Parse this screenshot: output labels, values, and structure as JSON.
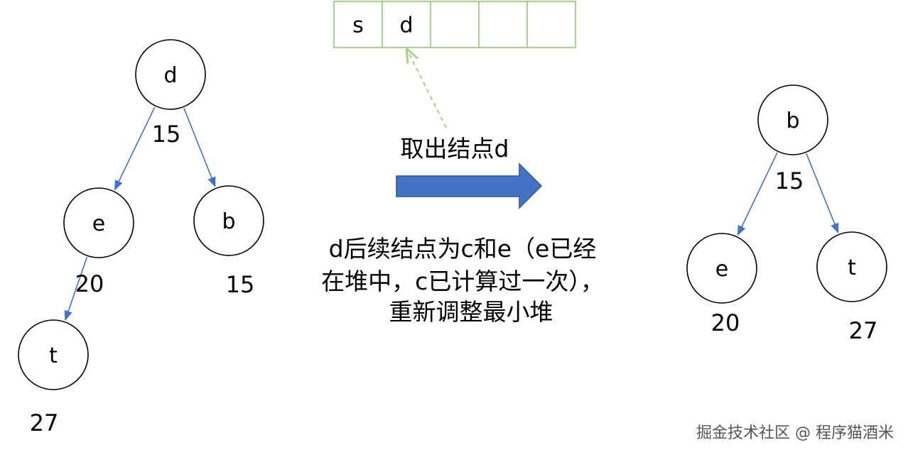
{
  "colors": {
    "node_stroke": "#000000",
    "edge": "#4472c4",
    "array_border": "#a9d18e",
    "dashed_arrow": "#a9d18e",
    "big_arrow_fill": "#4472c4",
    "big_arrow_stroke": "#2f5597"
  },
  "array": {
    "cells": [
      "s",
      "d",
      "",
      "",
      ""
    ]
  },
  "left_tree": {
    "nodes": [
      {
        "id": "d",
        "label": "d",
        "weight": "15"
      },
      {
        "id": "e",
        "label": "e",
        "weight": "20"
      },
      {
        "id": "b",
        "label": "b",
        "weight": "15"
      },
      {
        "id": "t",
        "label": "t",
        "weight": "27"
      }
    ],
    "edges": [
      [
        "d",
        "e"
      ],
      [
        "d",
        "b"
      ],
      [
        "e",
        "t"
      ]
    ]
  },
  "right_tree": {
    "nodes": [
      {
        "id": "b",
        "label": "b",
        "weight": "15"
      },
      {
        "id": "e",
        "label": "e",
        "weight": "20"
      },
      {
        "id": "t",
        "label": "t",
        "weight": "27"
      }
    ],
    "edges": [
      [
        "b",
        "e"
      ],
      [
        "b",
        "t"
      ]
    ]
  },
  "arrow_caption": "取出结点d",
  "description_lines": [
    "d后续结点为c和e（e已经",
    "在堆中，c已计算过一次），",
    "重新调整最小堆"
  ],
  "watermark": "掘金技术社区 @ 程序猫酒米"
}
